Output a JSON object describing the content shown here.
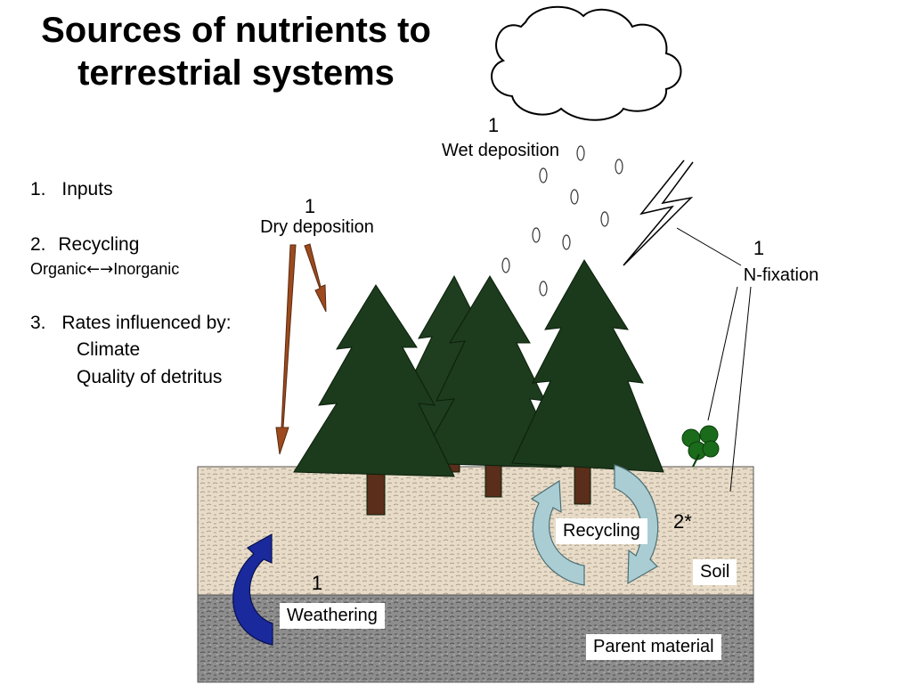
{
  "title": {
    "line1": "Sources of nutrients to",
    "line2": "terrestrial systems"
  },
  "list": {
    "item1_num": "1.",
    "item1_text": "Inputs",
    "item2_num": "2.",
    "item2_text": "Recycling",
    "item2_sub_left": "Organic",
    "item2_sub_arrows": "←→",
    "item2_sub_right": "Inorganic",
    "item3_num": "3.",
    "item3_text": "Rates influenced by:",
    "item3_sub1": "Climate",
    "item3_sub2": "Quality of detritus"
  },
  "labels": {
    "wet_num": "1",
    "wet_text": "Wet deposition",
    "dry_num": "1",
    "dry_text": "Dry deposition",
    "nfix_num": "1",
    "nfix_text": "N-fixation",
    "recycling": "Recycling",
    "recycling_num": "2*",
    "soil": "Soil",
    "weathering_num": "1",
    "weathering": "Weathering",
    "parent_material": "Parent material"
  },
  "colors": {
    "tree": "#1c3a1c",
    "trunk": "#5a2e1a",
    "soil": "#e6d8c4",
    "rock": "#8a8a8a",
    "weathering_arrow": "#1a2a8c",
    "recycling_arrow": "#a9cdd3",
    "dry_arrow": "#8b4513",
    "clover": "#1a6b1a"
  },
  "icons": [
    "cloud-icon",
    "lightning-icon",
    "raindrop-icon",
    "clover-icon",
    "tree-icon"
  ]
}
